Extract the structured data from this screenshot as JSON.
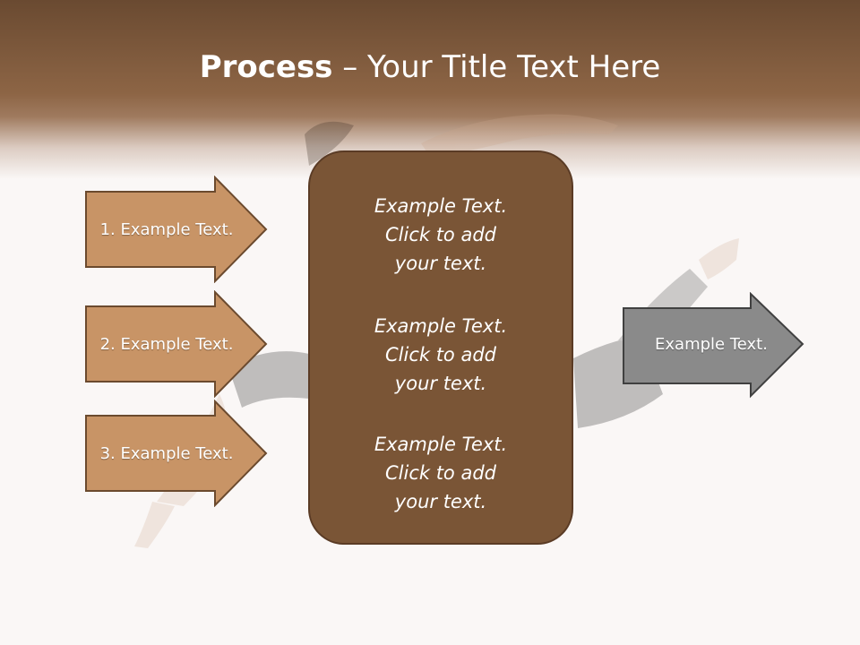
{
  "slide": {
    "title_bold": "Process",
    "title_rest": " – Your Title Text Here"
  },
  "left_arrows": [
    {
      "label": "1. Example Text."
    },
    {
      "label": "2. Example Text."
    },
    {
      "label": "3. Example Text."
    }
  ],
  "center_box": {
    "paragraphs": [
      {
        "line1": "Example Text.",
        "line2": "Click  to add",
        "line3": "your text."
      },
      {
        "line1": "Example Text.",
        "line2": "Click  to add",
        "line3": "your text."
      },
      {
        "line1": "Example Text.",
        "line2": "Click  to add",
        "line3": "your text."
      }
    ]
  },
  "right_arrow": {
    "label": "Example Text."
  },
  "colors": {
    "header": "#8d6545",
    "left_arrow_fill": "#c89466",
    "left_arrow_border": "#6b4a2e",
    "center_box_fill": "#7a5536",
    "right_arrow_fill": "#8a8a8a"
  }
}
